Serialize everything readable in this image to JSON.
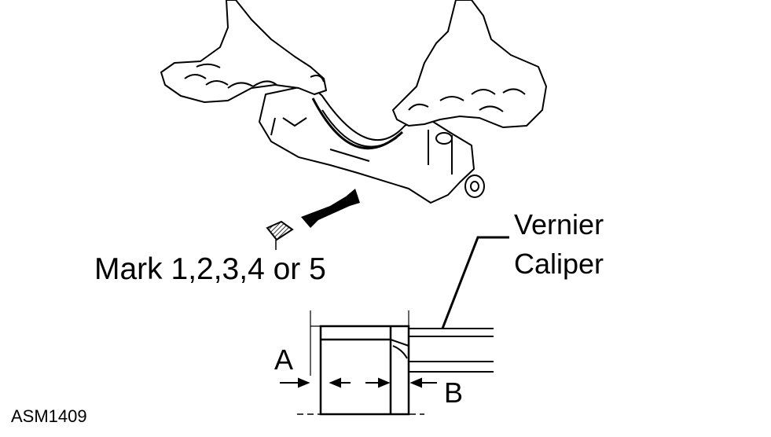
{
  "labels": {
    "mark": "Mark 1,2,3,4 or 5",
    "tool_line1": "Vernier",
    "tool_line2": "Caliper",
    "dim_a": "A",
    "dim_b": "B",
    "figure_id": "ASM1409"
  }
}
